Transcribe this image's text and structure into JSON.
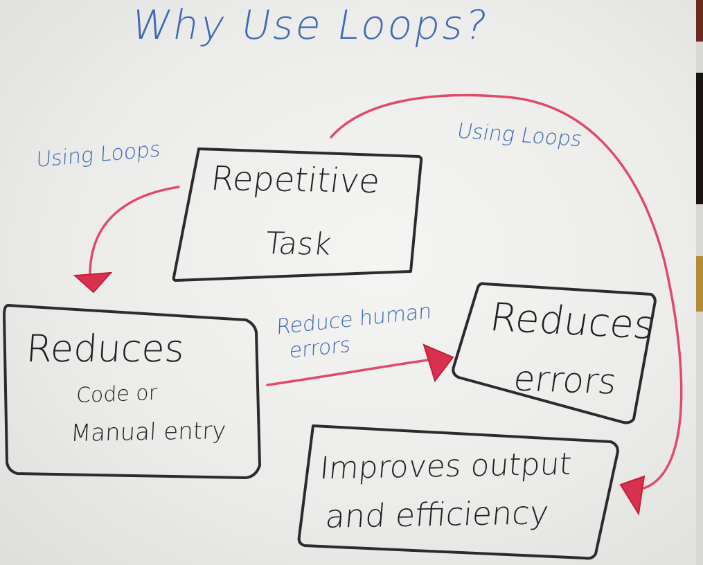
{
  "title": "Why Use Loops?",
  "nodes": {
    "repetitive_task": {
      "line1": "Repetitive",
      "line2": "Task"
    },
    "reduces_code": {
      "main": "Reduces",
      "line2": "Code or",
      "line3": "Manual entry"
    },
    "reduces_errors": {
      "line1": "Reduces",
      "line2": "errors"
    },
    "improves_output": {
      "line1": "Improves output",
      "line2": "and efficiency"
    }
  },
  "edge_labels": {
    "left": "Using Loops",
    "right": "Using Loops",
    "middle_line1": "Reduce human",
    "middle_line2": "errors"
  },
  "colors": {
    "label_ink": "#3f67b3",
    "box_ink": "#2b2b2b",
    "arrow_ink": "#e04a6a"
  }
}
